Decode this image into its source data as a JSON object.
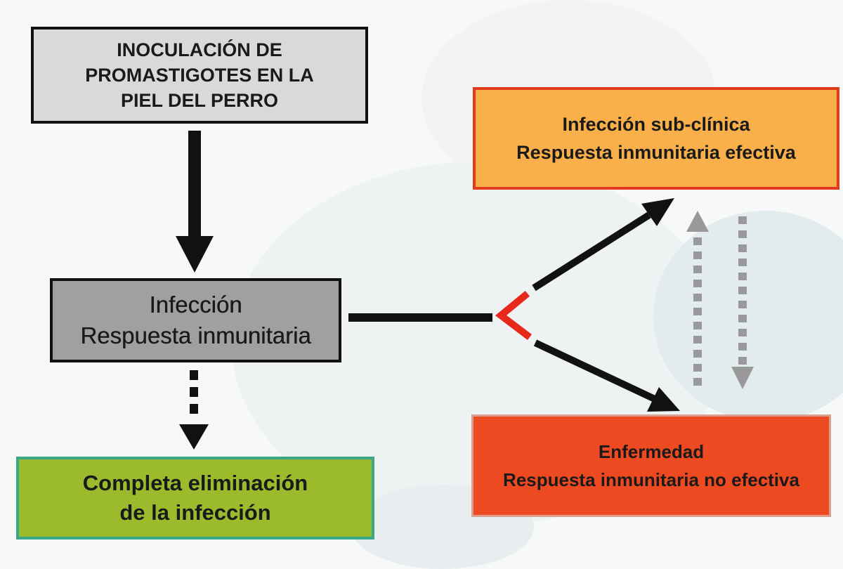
{
  "boxes": {
    "inoculacion": {
      "line1": "INOCULACIÓN DE",
      "line2": "PROMASTIGOTES EN LA",
      "line3": "PIEL DEL PERRO",
      "fill": "#d9d9d9"
    },
    "infeccion": {
      "line1": "Infección",
      "line2": "Respuesta inmunitaria",
      "fill": "#a0a0a0"
    },
    "eliminacion": {
      "line1": "Completa eliminación",
      "line2": "de la infección",
      "fill": "#9bbb2c",
      "border": "#3aa888"
    },
    "subclinica": {
      "line1": "Infección sub-clínica",
      "line2": "Respuesta inmunitaria efectiva",
      "fill": "#f9b04a",
      "border": "#e23a1c"
    },
    "enfermedad": {
      "line1": "Enfermedad",
      "line2": "Respuesta inmunitaria no efectiva",
      "fill": "#ee4a22"
    }
  },
  "colors": {
    "arrow": "#111111",
    "fork_mark": "#e8281a",
    "dotted_arrow": "#999999"
  }
}
